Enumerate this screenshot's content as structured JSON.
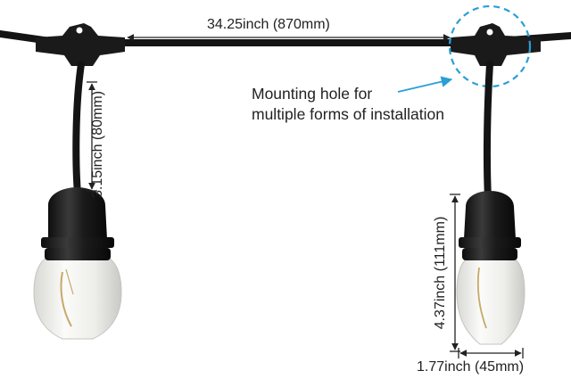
{
  "dimensions": {
    "span": "34.25inch (870mm)",
    "drop": "3.15inch (80mm)",
    "bulb_height": "4.37inch (111mm)",
    "bulb_width": "1.77inch (45mm)"
  },
  "callout": {
    "line1": "Mounting hole for",
    "line2": "multiple forms of installation"
  },
  "colors": {
    "cable": "#141414",
    "socket": "#1a1a1a",
    "glass": "#f1f1ee",
    "filament": "#c8a86a",
    "dimension_line": "#222222",
    "callout_accent": "#2a9fd6",
    "text": "#222222"
  }
}
